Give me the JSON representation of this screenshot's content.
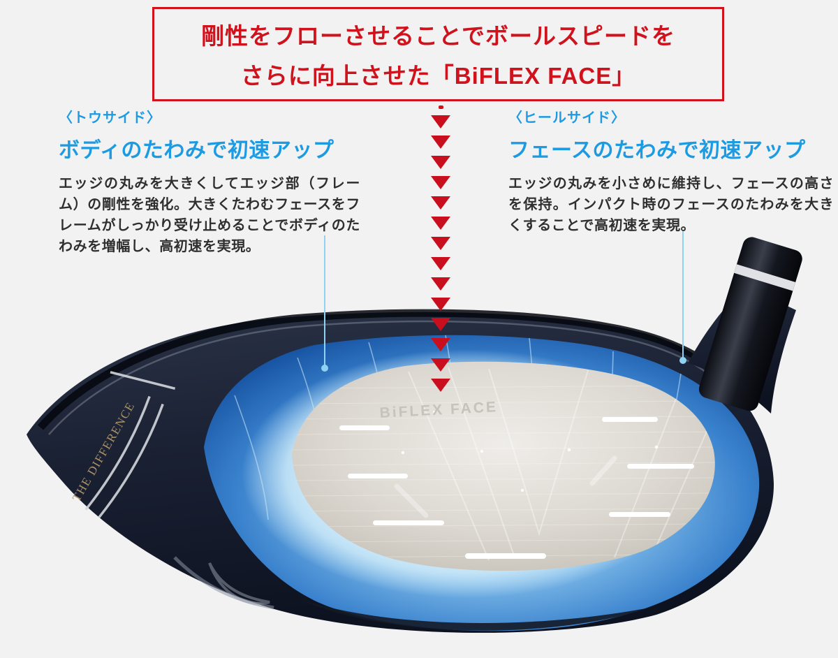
{
  "page": {
    "background": "#f2f2f3"
  },
  "banner": {
    "line1": "剛性をフローさせることでボールスピードを",
    "line2": "さらに向上させた「BiFLEX FACE」",
    "border_color": "#d0121d",
    "text_color": "#d0121d"
  },
  "annotations": {
    "label_color": "#1c9be2",
    "heading_color": "#1c9be2",
    "body_color": "#2f2f2f",
    "toe_side": {
      "label": "〈トウサイド〉",
      "heading": "ボディのたわみで初速アップ",
      "body": "エッジの丸みを大きくしてエッジ部（フレーム）の剛性を強化。大きくたわむフェースをフレームがしっかり受け止めることでボディのたわみを増幅し、高初速を実現。"
    },
    "heel_side": {
      "label": "〈ヒールサイド〉",
      "heading": "フェースのたわみで初速アップ",
      "body": "エッジの丸みを小さめに維持し、フェースの高さを保持。インパクト時のフェースのたわみを大きくすることで高初速を実現。"
    }
  },
  "arrow_flow": {
    "icon": "down-triangle-icon",
    "count": 14,
    "color": "#c90f1e"
  },
  "callouts": {
    "color": "#8fd3f3",
    "left_target": "face frame (toe side)",
    "right_target": "face (heel side)"
  },
  "club": {
    "face_label": "BiFLEX FACE",
    "toe_badge": "THE DIFFERENCE",
    "colors": {
      "body": "#151b29",
      "face_ring_dark": "#134f9e",
      "face_ring_light": "#7db9e8",
      "face_halo": "#d9effb",
      "face_plate": "#ddd9d2",
      "score_lines": "#ffffff"
    }
  }
}
